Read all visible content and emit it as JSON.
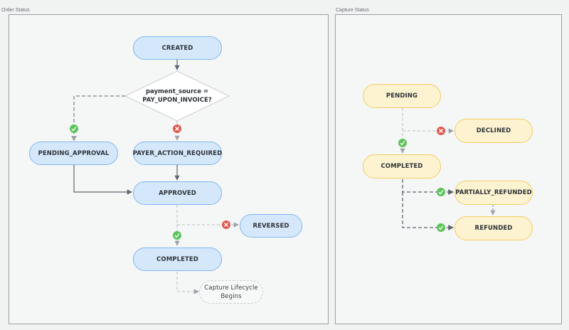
{
  "panels": {
    "order_title": "Order Status",
    "capture_title": "Capture Status"
  },
  "order": {
    "created": "CREATED",
    "decision_line1": "payment_source =",
    "decision_line2": "PAY_UPON_INVOICE?",
    "pending_approval": "PENDING_APPROVAL",
    "payer_action_required": "PAYER_ACTION_REQUIRED",
    "approved": "APPROVED",
    "reversed": "REVERSED",
    "completed": "COMPLETED",
    "capture_begins_line1": "Capture Lifecycle",
    "capture_begins_line2": "Begins"
  },
  "capture": {
    "pending": "PENDING",
    "declined": "DECLINED",
    "completed": "COMPLETED",
    "partially_refunded": "PARTIALLY_REFUNDED",
    "refunded": "REFUNDED"
  },
  "icons": {
    "yes": "check-circle-icon",
    "no": "x-circle-icon"
  },
  "colors": {
    "blue_fill": "#d5e8fb",
    "blue_border": "#7fb6f0",
    "yellow_fill": "#fdf3d0",
    "yellow_border": "#f2cd63",
    "success": "#5cc45a",
    "error": "#e05a4e",
    "solid_edge": "#5c6670",
    "dashed_edge": "#9ca3a9"
  }
}
